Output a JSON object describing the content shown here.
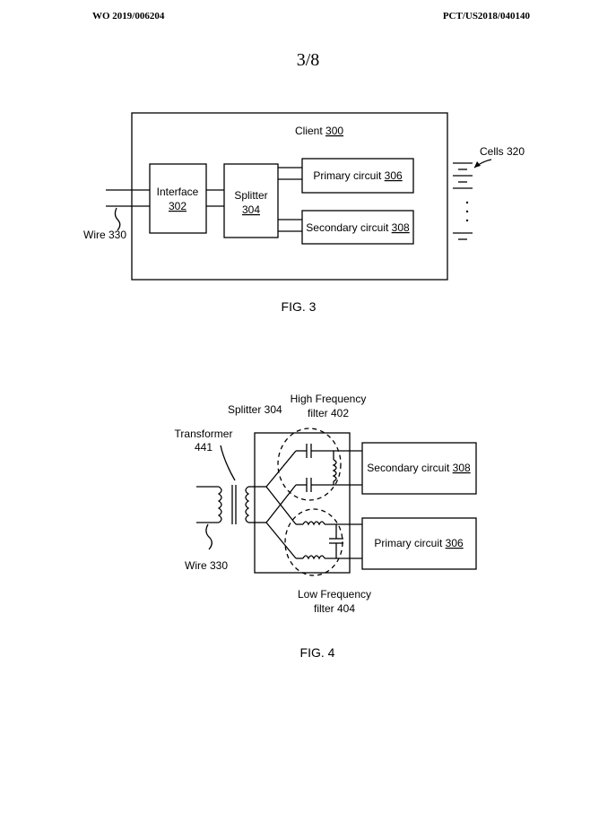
{
  "header": {
    "left": "WO 2019/006204",
    "right": "PCT/US2018/040140"
  },
  "sheet_number": "3/8",
  "fig3": {
    "caption": "FIG. 3",
    "client": {
      "label": "Client ",
      "ref": "300"
    },
    "interface": {
      "label": "Interface",
      "ref": "302"
    },
    "splitter": {
      "label": "Splitter",
      "ref": "304"
    },
    "primary": {
      "label": "Primary circuit ",
      "ref": "306"
    },
    "secondary": {
      "label": "Secondary circuit ",
      "ref": "308"
    },
    "cells": "Cells 320",
    "wire": "Wire 330"
  },
  "fig4": {
    "caption": "FIG. 4",
    "splitter": "Splitter 304",
    "hf_filter": {
      "line1": "High Frequency",
      "line2": "filter 402"
    },
    "lf_filter": {
      "line1": "Low Frequency",
      "line2": "filter 404"
    },
    "transformer": {
      "line1": "Transformer",
      "line2": "441"
    },
    "secondary": {
      "label": "Secondary circuit ",
      "ref": "308"
    },
    "primary": {
      "label": "Primary circuit ",
      "ref": "306"
    },
    "wire": "Wire 330"
  }
}
